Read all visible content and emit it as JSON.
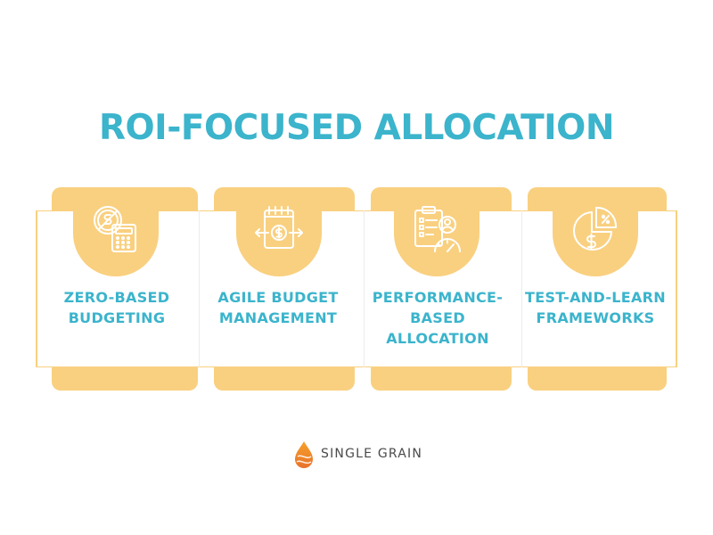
{
  "colors": {
    "accent": "#3bb4cc",
    "gold": "#f9d080",
    "icon_stroke": "#ffffff",
    "logo_top": "#f6a12a",
    "logo_bottom": "#e8722b"
  },
  "title": "ROI-FOCUSED ALLOCATION",
  "cards": [
    {
      "icon": "calculator-no-money-icon",
      "lines": [
        "ZERO-BASED",
        "BUDGETING"
      ]
    },
    {
      "icon": "calendar-dollar-arrows-icon",
      "lines": [
        "AGILE BUDGET",
        "MANAGEMENT"
      ]
    },
    {
      "icon": "clipboard-performance-gauge-icon",
      "lines": [
        "PERFORMANCE-",
        "BASED",
        "ALLOCATION"
      ]
    },
    {
      "icon": "pie-chart-dollar-icon",
      "lines": [
        "TEST-AND-LEARN",
        "FRAMEWORKS"
      ]
    }
  ],
  "brand": {
    "name": "SINGLE GRAIN",
    "logo_icon": "flame-drop-logo-icon"
  }
}
